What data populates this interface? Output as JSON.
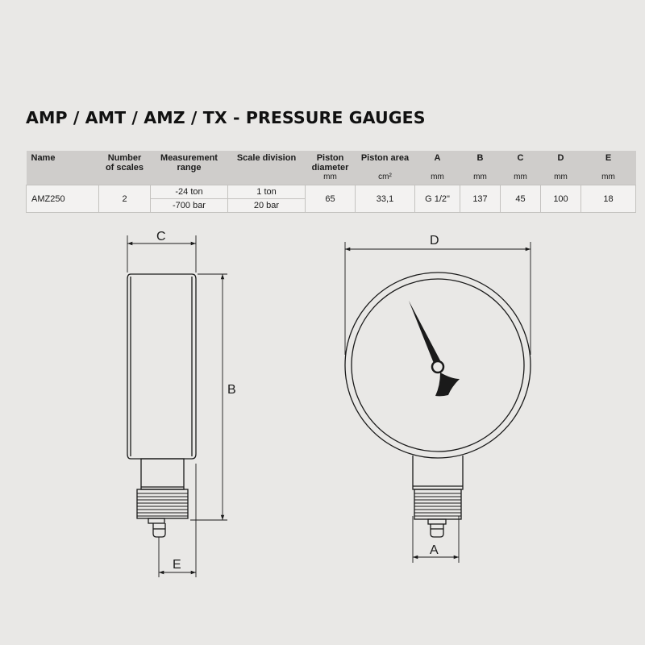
{
  "title": "AMP / AMT / AMZ / TX - PRESSURE GAUGES",
  "table": {
    "headers": {
      "name": "Name",
      "scales_1": "Number",
      "scales_2": "of scales",
      "range_1": "Measurement",
      "range_2": "range",
      "division": "Scale division",
      "piston_diam_1": "Piston",
      "piston_diam_2": "diameter",
      "piston_diam_unit": "mm",
      "piston_area": "Piston area",
      "piston_area_unit": "cm²",
      "a": "A",
      "a_unit": "mm",
      "b": "B",
      "b_unit": "mm",
      "c": "C",
      "c_unit": "mm",
      "d": "D",
      "d_unit": "mm",
      "e": "E",
      "e_unit": "mm"
    },
    "row": {
      "name": "AMZ250",
      "scales": "2",
      "range_top": "-24 ton",
      "range_bottom": "-700 bar",
      "division_top": "1 ton",
      "division_bottom": "20 bar",
      "piston_diam": "65",
      "piston_area": "33,1",
      "a": "G 1/2\"",
      "b": "137",
      "c": "45",
      "d": "100",
      "e": "18"
    }
  },
  "drawing": {
    "label_c": "C",
    "label_b": "B",
    "label_e": "E",
    "label_d": "D",
    "label_a": "A"
  }
}
